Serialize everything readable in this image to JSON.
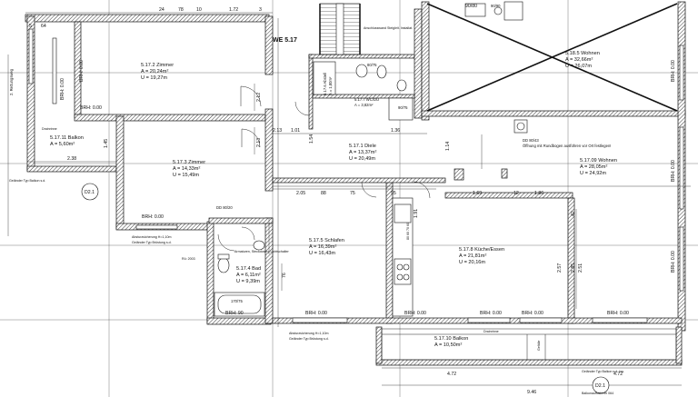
{
  "unit_label": "WE 5.17",
  "rooms": [
    {
      "name": "5.17.2 Zimmer",
      "area": "A = 20,24m²",
      "perimeter": "U = 19,27m"
    },
    {
      "name": "5.17.11 Balkon",
      "area": "A = 5,60m²",
      "perimeter": ""
    },
    {
      "name": "5.17.3 Zimmer",
      "area": "A = 14,33m²",
      "perimeter": "U = 15,49m"
    },
    {
      "name": "5.17.1 Diele",
      "area": "A = 13,37m²",
      "perimeter": "U = 20,49m"
    },
    {
      "name": "5.17.7 WC/DU",
      "area": "A = 3,82m²",
      "perimeter": ""
    },
    {
      "name": "5.17.6 Abstell",
      "area": "A = 1,80m²",
      "perimeter": ""
    },
    {
      "name": "5.17.5 Schlafen",
      "area": "A = 16,39m²",
      "perimeter": "U = 16,43m"
    },
    {
      "name": "5.17.4 Bad",
      "area": "A = 6,11m²",
      "perimeter": "U = 9,39m"
    },
    {
      "name": "5.17.8 Küche/Essen",
      "area": "A = 21,81m²",
      "perimeter": "U = 20,16m"
    },
    {
      "name": "5.17.09 Wohnen",
      "area": "A = 28,05m²",
      "perimeter": "U = 24,92m"
    },
    {
      "name": "5.18.5 Wohnen",
      "area": "A = 32,66m²",
      "perimeter": "U = 26,07m"
    },
    {
      "name": "5.17.10 Balkon",
      "area": "A = 10,50m²",
      "perimeter": ""
    }
  ],
  "dimensions": [
    "24",
    "78",
    "10",
    "1.72",
    "3",
    "64",
    "5",
    "2.38",
    "1.45",
    "2.05",
    "88",
    "75",
    "95",
    "1.69",
    "12",
    "1.86",
    "1.01",
    "2.13",
    "1.54",
    "1.36",
    "1.91",
    "2.12",
    "2.13",
    "2.85",
    "2.51",
    "42",
    "76",
    "9.46",
    "4.72",
    "4.72",
    "1.14",
    "2.57",
    "90/80"
  ],
  "brh": [
    "BRH: 0.00",
    "BRH: 0.00",
    "BRH: 0.00",
    "BRH: 0.00",
    "BRH: 0.00",
    "BRH: 0.00",
    "BRH: 0.00",
    "BRH: 0.00",
    "BRH: 0.00",
    "BRH: 0.00",
    "BRH: 0.00",
    "BRH: 0.00",
    "BRH: 90"
  ],
  "notes": {
    "stair_note": "Anschlusswand Steigleit. Installat.",
    "opening": "Öffnung mit Rundbogen ausführen vor Ort festlegen!",
    "dd_opening": "DD 80/43",
    "dd_door": "DD 80/20",
    "door_9075": "90/75",
    "door_8075": "80/75",
    "bath_window": "170/75",
    "shaft": "90/90",
    "railing_left": "Geländer Typ Balkon s.d.",
    "railing_bottom": "Geländer Typ Balkon s.d. Ins.",
    "balcony_view": "Balkonaufsicht im 064",
    "fall_protection": "Absturzsicherung H=1,10m",
    "railing_type": "Geländer Typ Brüstung s.d.",
    "ru": "Rü: 2003",
    "escape": "2. Rettungsweg",
    "drainage": "Drainrinne",
    "gefälle": "Gefälle",
    "kitchen_dims": "80 60 70 60",
    "vanity_note": "Armaturen, Steckdosen, Lichtschalter"
  },
  "section_marks": [
    "D2.1",
    "D2.1"
  ]
}
